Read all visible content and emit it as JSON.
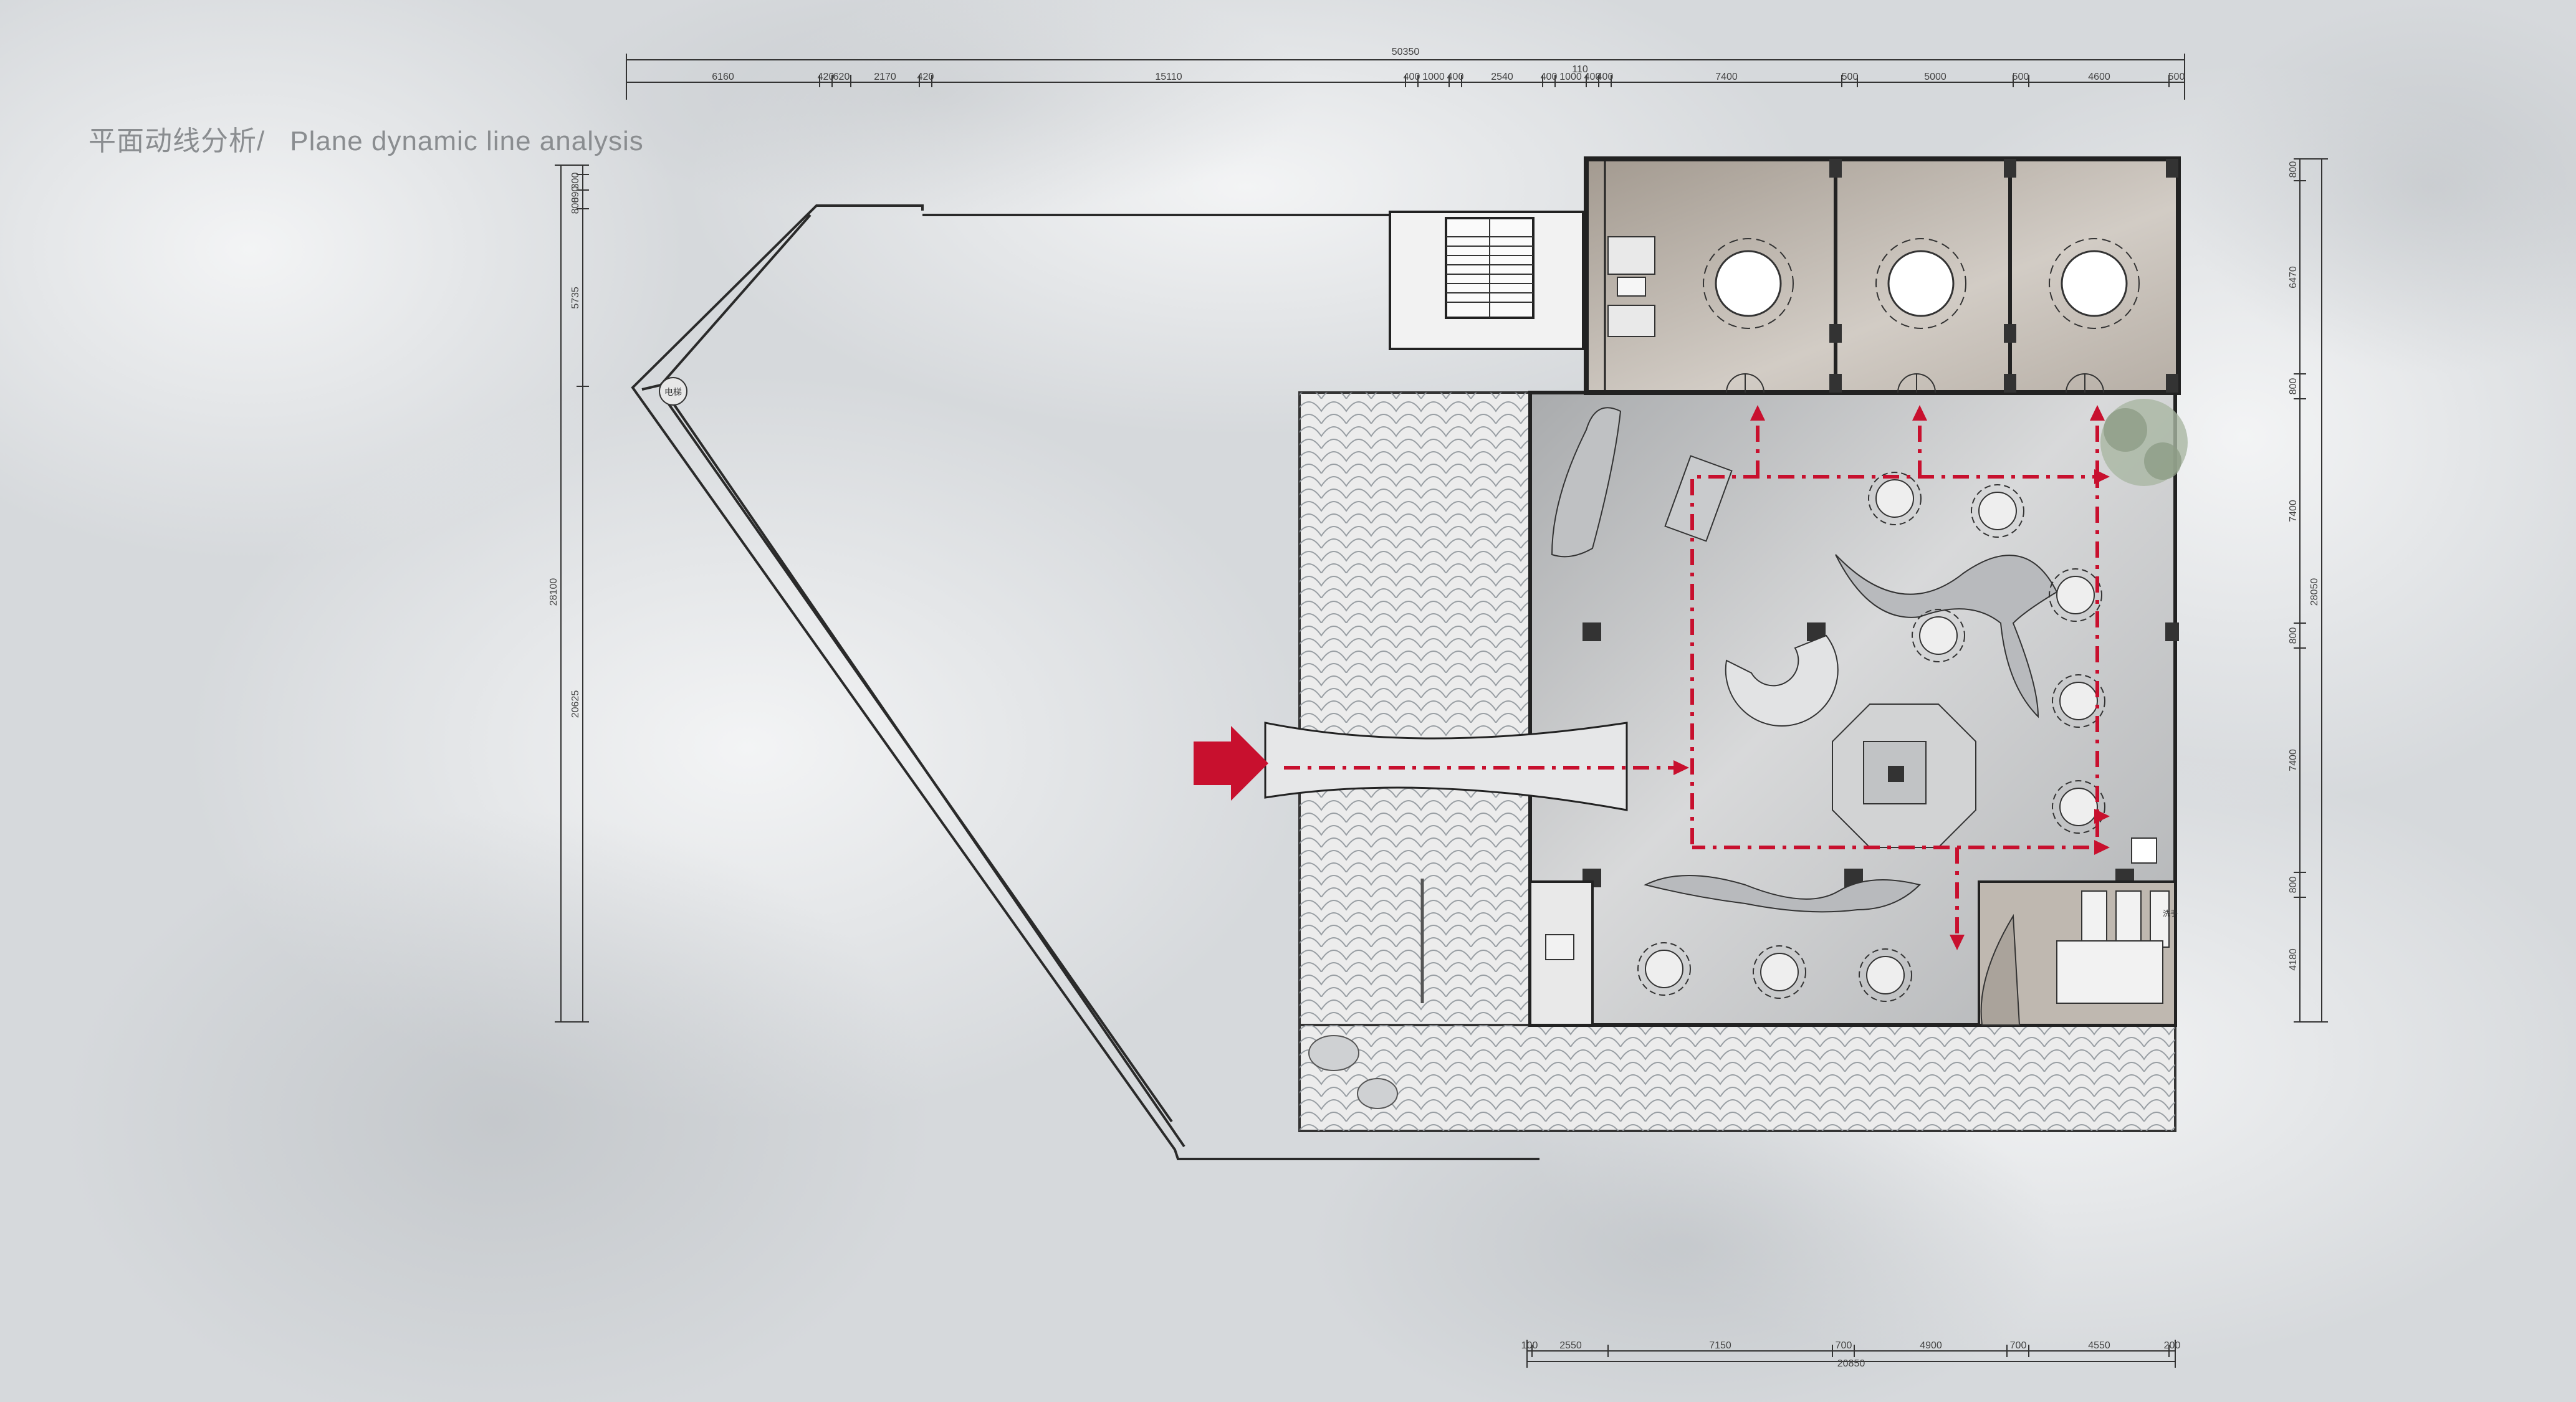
{
  "title": {
    "cn": "平面动线分析/",
    "en": "Plane dynamic line analysis"
  },
  "dimensions": {
    "top_total": "50350",
    "top_small": "110",
    "top": [
      "6160",
      "420",
      "620",
      "2170",
      "420",
      "15110",
      "400",
      "1000",
      "400",
      "2540",
      "400",
      "1000",
      "400",
      "400",
      "7400",
      "500",
      "5000",
      "500",
      "4600",
      "500"
    ],
    "bottom_total": "20850",
    "bottom": [
      "100",
      "2550",
      "7150",
      "700",
      "4900",
      "700",
      "4550",
      "200"
    ],
    "left_total": "28100",
    "left": [
      "300",
      "890",
      "800",
      "5735",
      "20625"
    ],
    "right_total": "28050",
    "right": [
      "800",
      "6470",
      "800",
      "7400",
      "800",
      "7400",
      "800",
      "4180"
    ]
  },
  "labels": {
    "elevator": "电梯",
    "washroom": "洗手"
  },
  "colors": {
    "flow_arrow": "#c8102e",
    "entry_arrow": "#c8102e",
    "private_room_floor": "#b9b2aa",
    "terrace_pattern": "#9aa0a6",
    "hall_floor": "#c9cbcd",
    "wall": "#2a2a2a"
  },
  "icons": {
    "entry": "entry-arrow-icon",
    "flow": "flow-arrow-icon",
    "dining_table": "round-dining-table-icon",
    "spiral_stair": "spiral-stair-icon",
    "tree": "tree-icon"
  }
}
